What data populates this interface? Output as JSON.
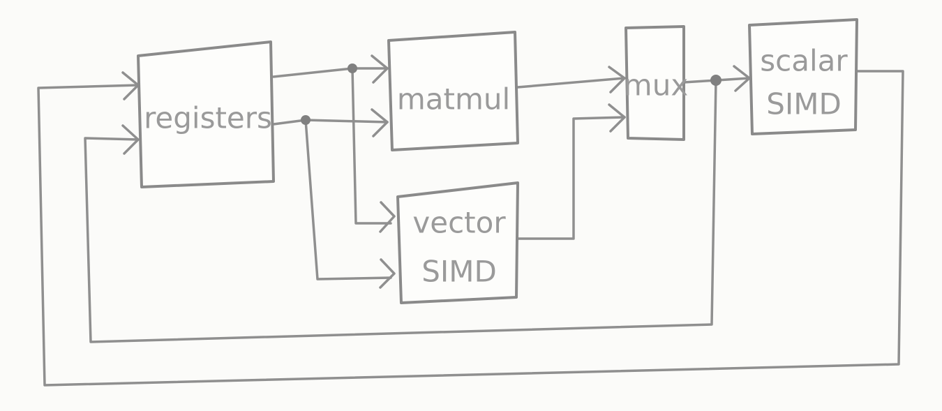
{
  "blocks": {
    "registers": "registers",
    "matmul": "matmul",
    "vector_line1": "vector",
    "vector_line2": "SIMD",
    "mux": "mux",
    "scalar_line1": "scalar",
    "scalar_line2": "SIMD"
  },
  "colors": {
    "stroke": "#8a8a8a",
    "text": "#9a9a9a",
    "paper": "#fbfbf9"
  }
}
